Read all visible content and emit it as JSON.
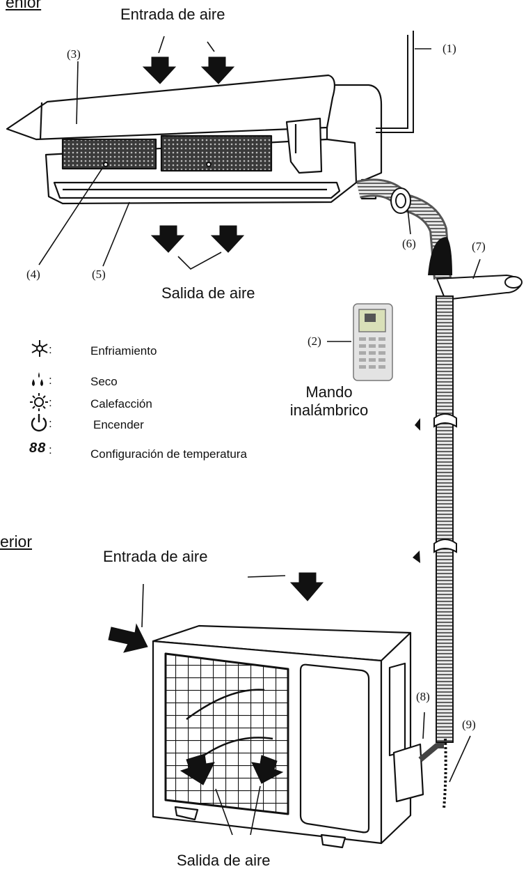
{
  "sections": {
    "indoor_fragment": "enior",
    "outdoor_fragment": "erior"
  },
  "labels": {
    "top_air_inlet": "Entrada de aire",
    "top_air_outlet": "Salida de aire",
    "bottom_air_inlet": "Entrada de aire",
    "bottom_air_outlet": "Salida de aire",
    "remote_line1": "Mando",
    "remote_line2": "inalámbrico"
  },
  "callouts": [
    "(1)",
    "(2)",
    "(3)",
    "(4)",
    "(5)",
    "(6)",
    "(7)",
    "(8)",
    "(9)"
  ],
  "legend": [
    {
      "icon": "snowflake-icon",
      "text": "Enfriamiento"
    },
    {
      "icon": "drops-icon",
      "text": "Seco"
    },
    {
      "icon": "sun-icon",
      "text": "Calefacción"
    },
    {
      "icon": "power-icon",
      "text": "Encender"
    },
    {
      "icon": "digits-icon",
      "glyph": "88",
      "text": "Configuración de temperatura"
    }
  ]
}
